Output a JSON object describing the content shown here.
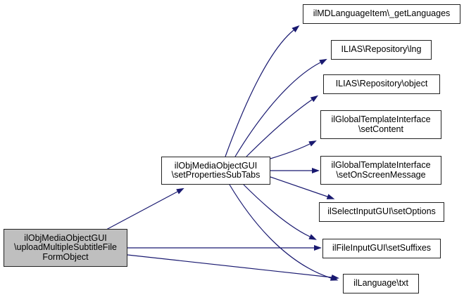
{
  "diagram": {
    "type": "call-graph",
    "colors": {
      "edge": "#191970",
      "node_border": "#222222",
      "node_fill": "#ffffff",
      "highlighted_node_fill": "#bfbfbf",
      "background": "#ffffff",
      "text": "#000000"
    },
    "nodes": {
      "source": {
        "label": "ilObjMediaObjectGUI\\uploadMultipleSubtitleFileFormObject",
        "lines": [
          "ilObjMediaObjectGUI",
          "\\uploadMultipleSubtitleFile",
          "FormObject"
        ],
        "highlighted": true
      },
      "hub": {
        "label": "ilObjMediaObjectGUI\\setPropertiesSubTabs",
        "lines": [
          "ilObjMediaObjectGUI",
          "\\setPropertiesSubTabs"
        ]
      },
      "getLanguages": {
        "label": "ilMDLanguageItem\\_getLanguages",
        "lines": [
          "ilMDLanguageItem\\_getLanguages"
        ]
      },
      "lng": {
        "label": "ILIAS\\Repository\\lng",
        "lines": [
          "ILIAS\\Repository\\lng"
        ]
      },
      "object": {
        "label": "ILIAS\\Repository\\object",
        "lines": [
          "ILIAS\\Repository\\object"
        ]
      },
      "setContent": {
        "label": "ilGlobalTemplateInterface\\setContent",
        "lines": [
          "ilGlobalTemplateInterface",
          "\\setContent"
        ]
      },
      "setOnScreenMessage": {
        "label": "ilGlobalTemplateInterface\\setOnScreenMessage",
        "lines": [
          "ilGlobalTemplateInterface",
          "\\setOnScreenMessage"
        ]
      },
      "setOptions": {
        "label": "ilSelectInputGUI\\setOptions",
        "lines": [
          "ilSelectInputGUI\\setOptions"
        ]
      },
      "setSuffixes": {
        "label": "ilFileInputGUI\\setSuffixes",
        "lines": [
          "ilFileInputGUI\\setSuffixes"
        ]
      },
      "txt": {
        "label": "ilLanguage\\txt",
        "lines": [
          "ilLanguage\\txt"
        ]
      }
    },
    "edges": [
      {
        "from": "ilObjMediaObjectGUI\\uploadMultipleSubtitleFileFormObject",
        "to": "ilObjMediaObjectGUI\\setPropertiesSubTabs"
      },
      {
        "from": "ilObjMediaObjectGUI\\uploadMultipleSubtitleFileFormObject",
        "to": "ilFileInputGUI\\setSuffixes"
      },
      {
        "from": "ilObjMediaObjectGUI\\uploadMultipleSubtitleFileFormObject",
        "to": "ilLanguage\\txt"
      },
      {
        "from": "ilObjMediaObjectGUI\\setPropertiesSubTabs",
        "to": "ilMDLanguageItem\\_getLanguages"
      },
      {
        "from": "ilObjMediaObjectGUI\\setPropertiesSubTabs",
        "to": "ILIAS\\Repository\\lng"
      },
      {
        "from": "ilObjMediaObjectGUI\\setPropertiesSubTabs",
        "to": "ILIAS\\Repository\\object"
      },
      {
        "from": "ilObjMediaObjectGUI\\setPropertiesSubTabs",
        "to": "ilGlobalTemplateInterface\\setContent"
      },
      {
        "from": "ilObjMediaObjectGUI\\setPropertiesSubTabs",
        "to": "ilGlobalTemplateInterface\\setOnScreenMessage"
      },
      {
        "from": "ilObjMediaObjectGUI\\setPropertiesSubTabs",
        "to": "ilSelectInputGUI\\setOptions"
      },
      {
        "from": "ilObjMediaObjectGUI\\setPropertiesSubTabs",
        "to": "ilFileInputGUI\\setSuffixes"
      },
      {
        "from": "ilObjMediaObjectGUI\\setPropertiesSubTabs",
        "to": "ilLanguage\\txt"
      }
    ]
  }
}
